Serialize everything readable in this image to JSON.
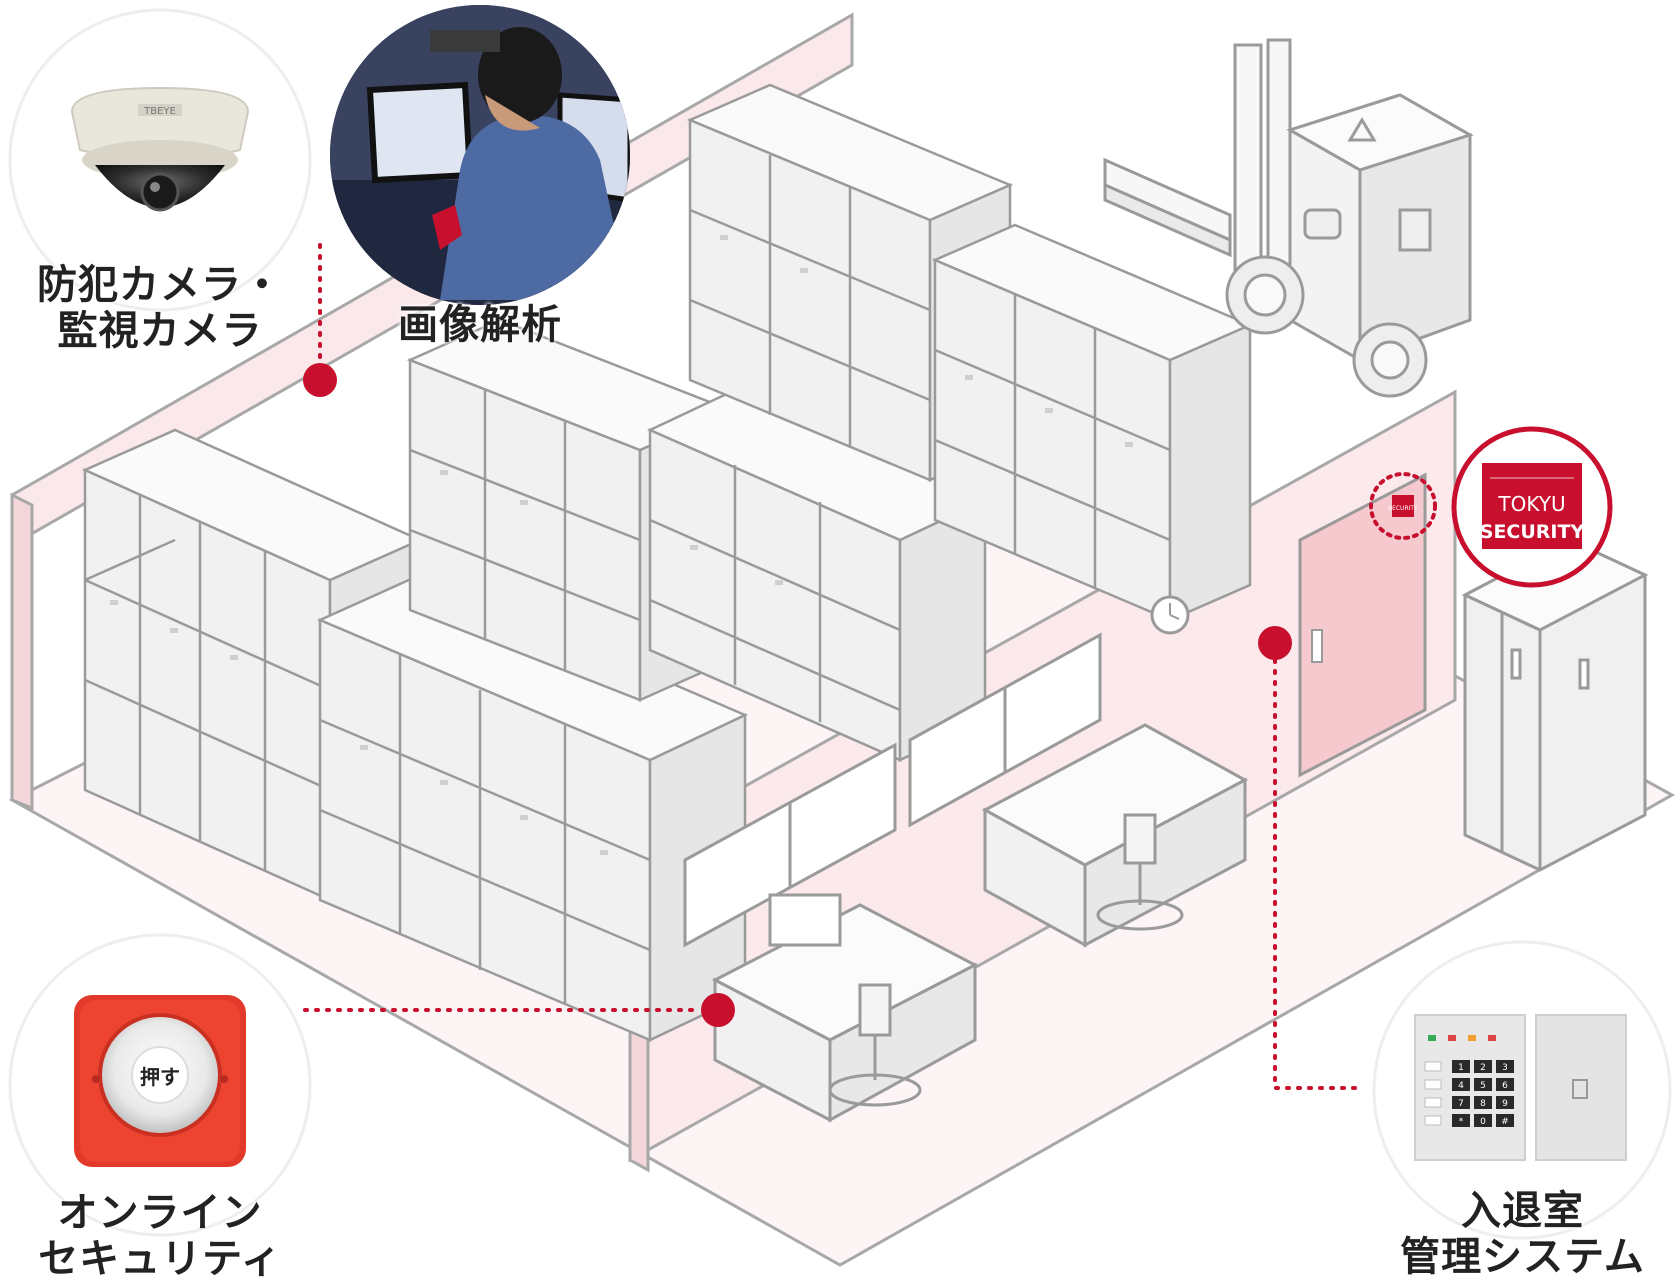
{
  "labels": {
    "camera": {
      "line1": "防犯カメラ・",
      "line2": "監視カメラ"
    },
    "analysis": {
      "line1": "画像解析"
    },
    "online": {
      "line1": "オンライン",
      "line2": "セキュリティ"
    },
    "access": {
      "line1": "入退室",
      "line2": "管理システム"
    }
  },
  "images": {
    "camera_brand": "TBEYE",
    "alarm_button_text": "押す",
    "sticker_line1": "TOKYU",
    "sticker_line2": "SECURITY",
    "sticker_small": "SECURITY",
    "keypad_keys": [
      "1",
      "2",
      "3",
      "4",
      "5",
      "6",
      "7",
      "8",
      "9",
      "*",
      "0",
      "#"
    ]
  },
  "colors": {
    "accent": "#c8102e",
    "wall": "#fbeaec",
    "door": "#f6c9cf",
    "line": "#9a9a9a",
    "box_fill": "#f4f4f4"
  }
}
